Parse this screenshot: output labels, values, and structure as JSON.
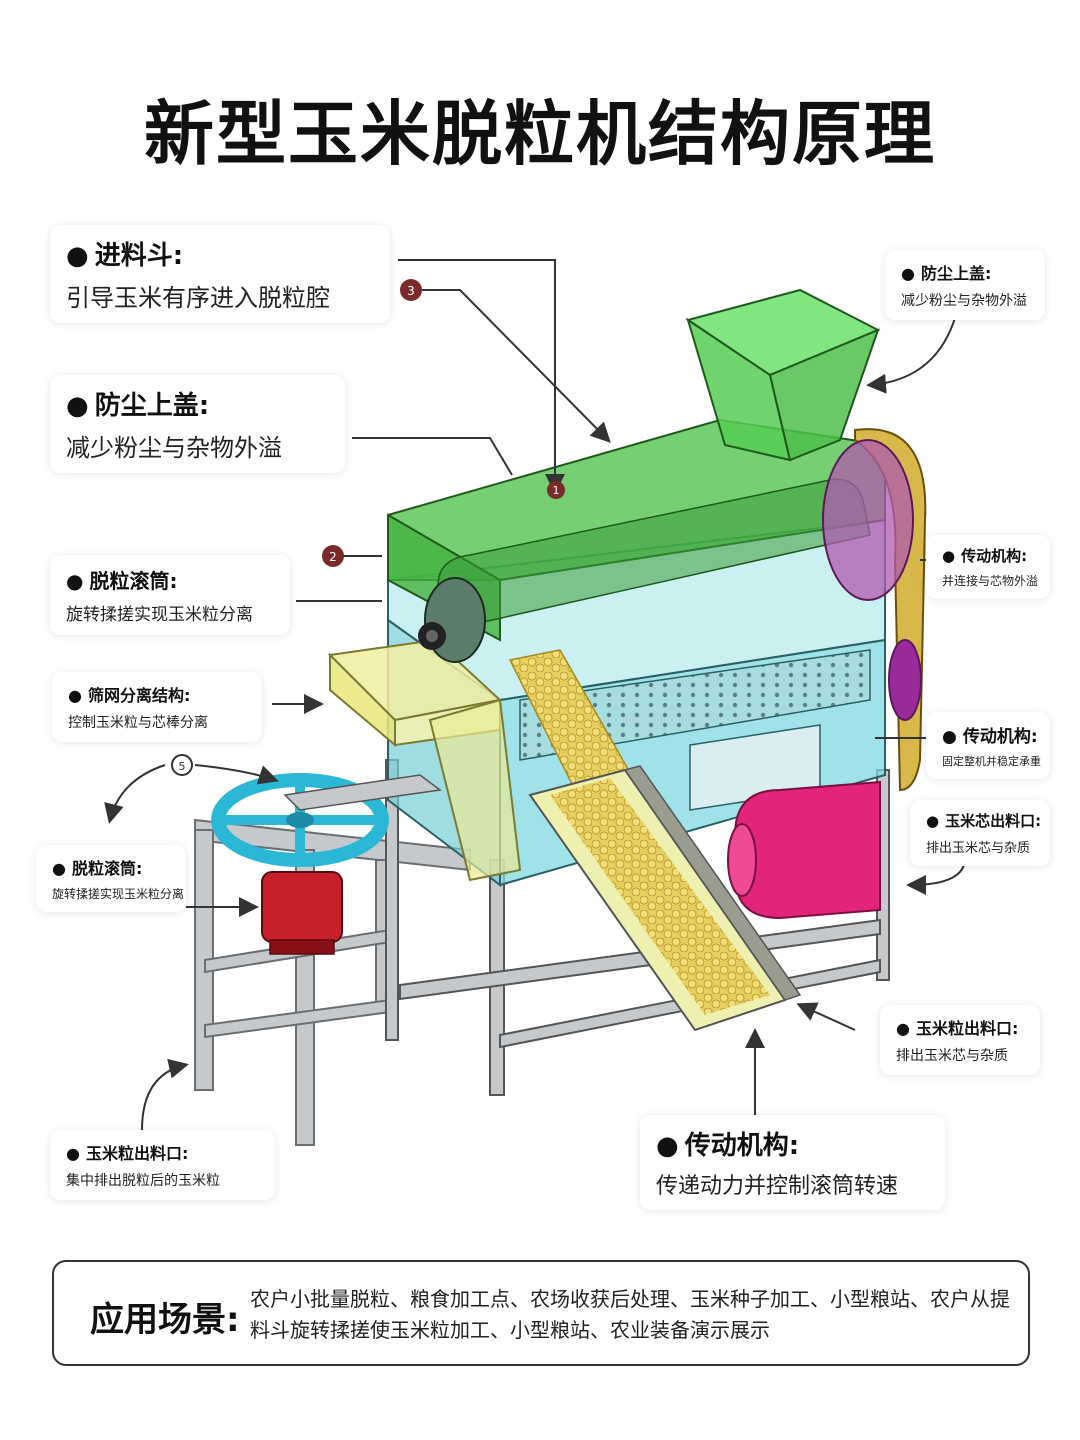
{
  "title": "新型玉米脱粒机结构原理",
  "labels": [
    {
      "title": "进料斗:",
      "desc": "引导玉米有序进入脱粒腔"
    },
    {
      "title": "防尘上盖:",
      "desc": "减少粉尘与杂物外溢"
    },
    {
      "title": "脱粒滚筒:",
      "desc": "旋转揉搓实现玉米粒分离"
    },
    {
      "title": "筛网分离结构:",
      "desc": "控制玉米粒与芯棒分离"
    },
    {
      "title": "脱粒滚筒:",
      "desc": "旋转揉搓实现玉米粒分离"
    },
    {
      "title": "玉米粒出料口:",
      "desc": "集中排出脱粒后的玉米粒"
    },
    {
      "title": "防尘上盖:",
      "desc": "减少粉尘与杂物外溢"
    },
    {
      "title": "传动机构:",
      "desc": "并连接与芯物外溢"
    },
    {
      "title": "传动机构:",
      "desc": "固定整机并稳定承重"
    },
    {
      "title": "玉米芯出料口:",
      "desc": "排出玉米芯与杂质"
    },
    {
      "title": "玉米粒出料口:",
      "desc": "排出玉米芯与杂质"
    },
    {
      "title": "传动机构:",
      "desc": "传递动力并控制滚筒转速"
    }
  ],
  "markers": [
    "3",
    "1",
    "2",
    "5"
  ],
  "scenario": {
    "title": "应用场景:",
    "text": "农户小批量脱粒、粮食加工点、农场收获后处理、玉米种子加工、小型粮站、农户从提料斗旋转揉搓使玉米粒加工、小型粮站、农业装备演示展示"
  },
  "colors": {
    "hopper": "#5fd35a",
    "cover": "#4fc24a",
    "cabinet": "#7fd9e0",
    "chute": "#eef0b0",
    "kernels": "#e6cf5e",
    "core_bin": "#e2247a",
    "handwheel": "#2bb7d6",
    "motor": "#c8202a",
    "belt": "#d8b84a",
    "pulley": "#9a2a9a",
    "frame": "#b9bcbf"
  }
}
